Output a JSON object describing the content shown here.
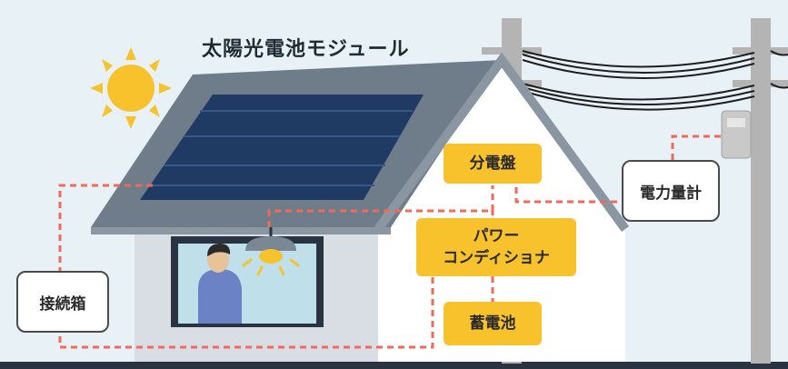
{
  "title": "太陽光電池モジュール",
  "components": {
    "distribution_board": "分電盤",
    "power_conditioner_line1": "パワー",
    "power_conditioner_line2": "コンディショナ",
    "battery": "蓄電池",
    "power_meter": "電力量計",
    "junction_box": "接続箱"
  },
  "colors": {
    "sky": "#e8f2f6",
    "highlight_box": "#f7c22c",
    "wiring": "#f06a5a",
    "sun": "#f7c22c",
    "solar_panel": "#1f3a63",
    "house_wall": "#d9dee4",
    "roof": "#8a96a2",
    "pole": "#b4b4b4"
  },
  "icons": [
    "sun-icon",
    "solar-panel-icon",
    "ceiling-lamp-icon",
    "person-icon",
    "utility-pole-icon",
    "meter-box-icon"
  ]
}
